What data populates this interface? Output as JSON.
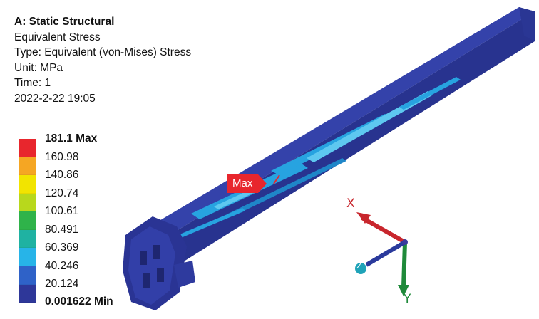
{
  "header": {
    "title": "A: Static Structural",
    "result": "Equivalent Stress",
    "type": "Type: Equivalent (von-Mises) Stress",
    "unit": "Unit: MPa",
    "time": "Time: 1",
    "timestamp": "2022-2-22 19:05"
  },
  "legend": {
    "labels": [
      "181.1 Max",
      "160.98",
      "140.86",
      "120.74",
      "100.61",
      "80.491",
      "60.369",
      "40.246",
      "20.124",
      "0.001622 Min"
    ],
    "colors": [
      "#e8262d",
      "#f5a623",
      "#f2e400",
      "#b8d81c",
      "#2fb34a",
      "#1fb2a2",
      "#27b4e8",
      "#2f62c8",
      "#2e3799"
    ]
  },
  "probe": {
    "max_label": "Max"
  },
  "triad": {
    "x_label": "X",
    "y_label": "Y",
    "z_label": "Z",
    "x_color": "#c8262d",
    "y_color": "#1f8a3a",
    "z_color": "#2a3a9c"
  },
  "model": {
    "body_color": "#2e3a9e",
    "stress_color": "#27a3e0",
    "accent_color": "#5ec8f0"
  }
}
